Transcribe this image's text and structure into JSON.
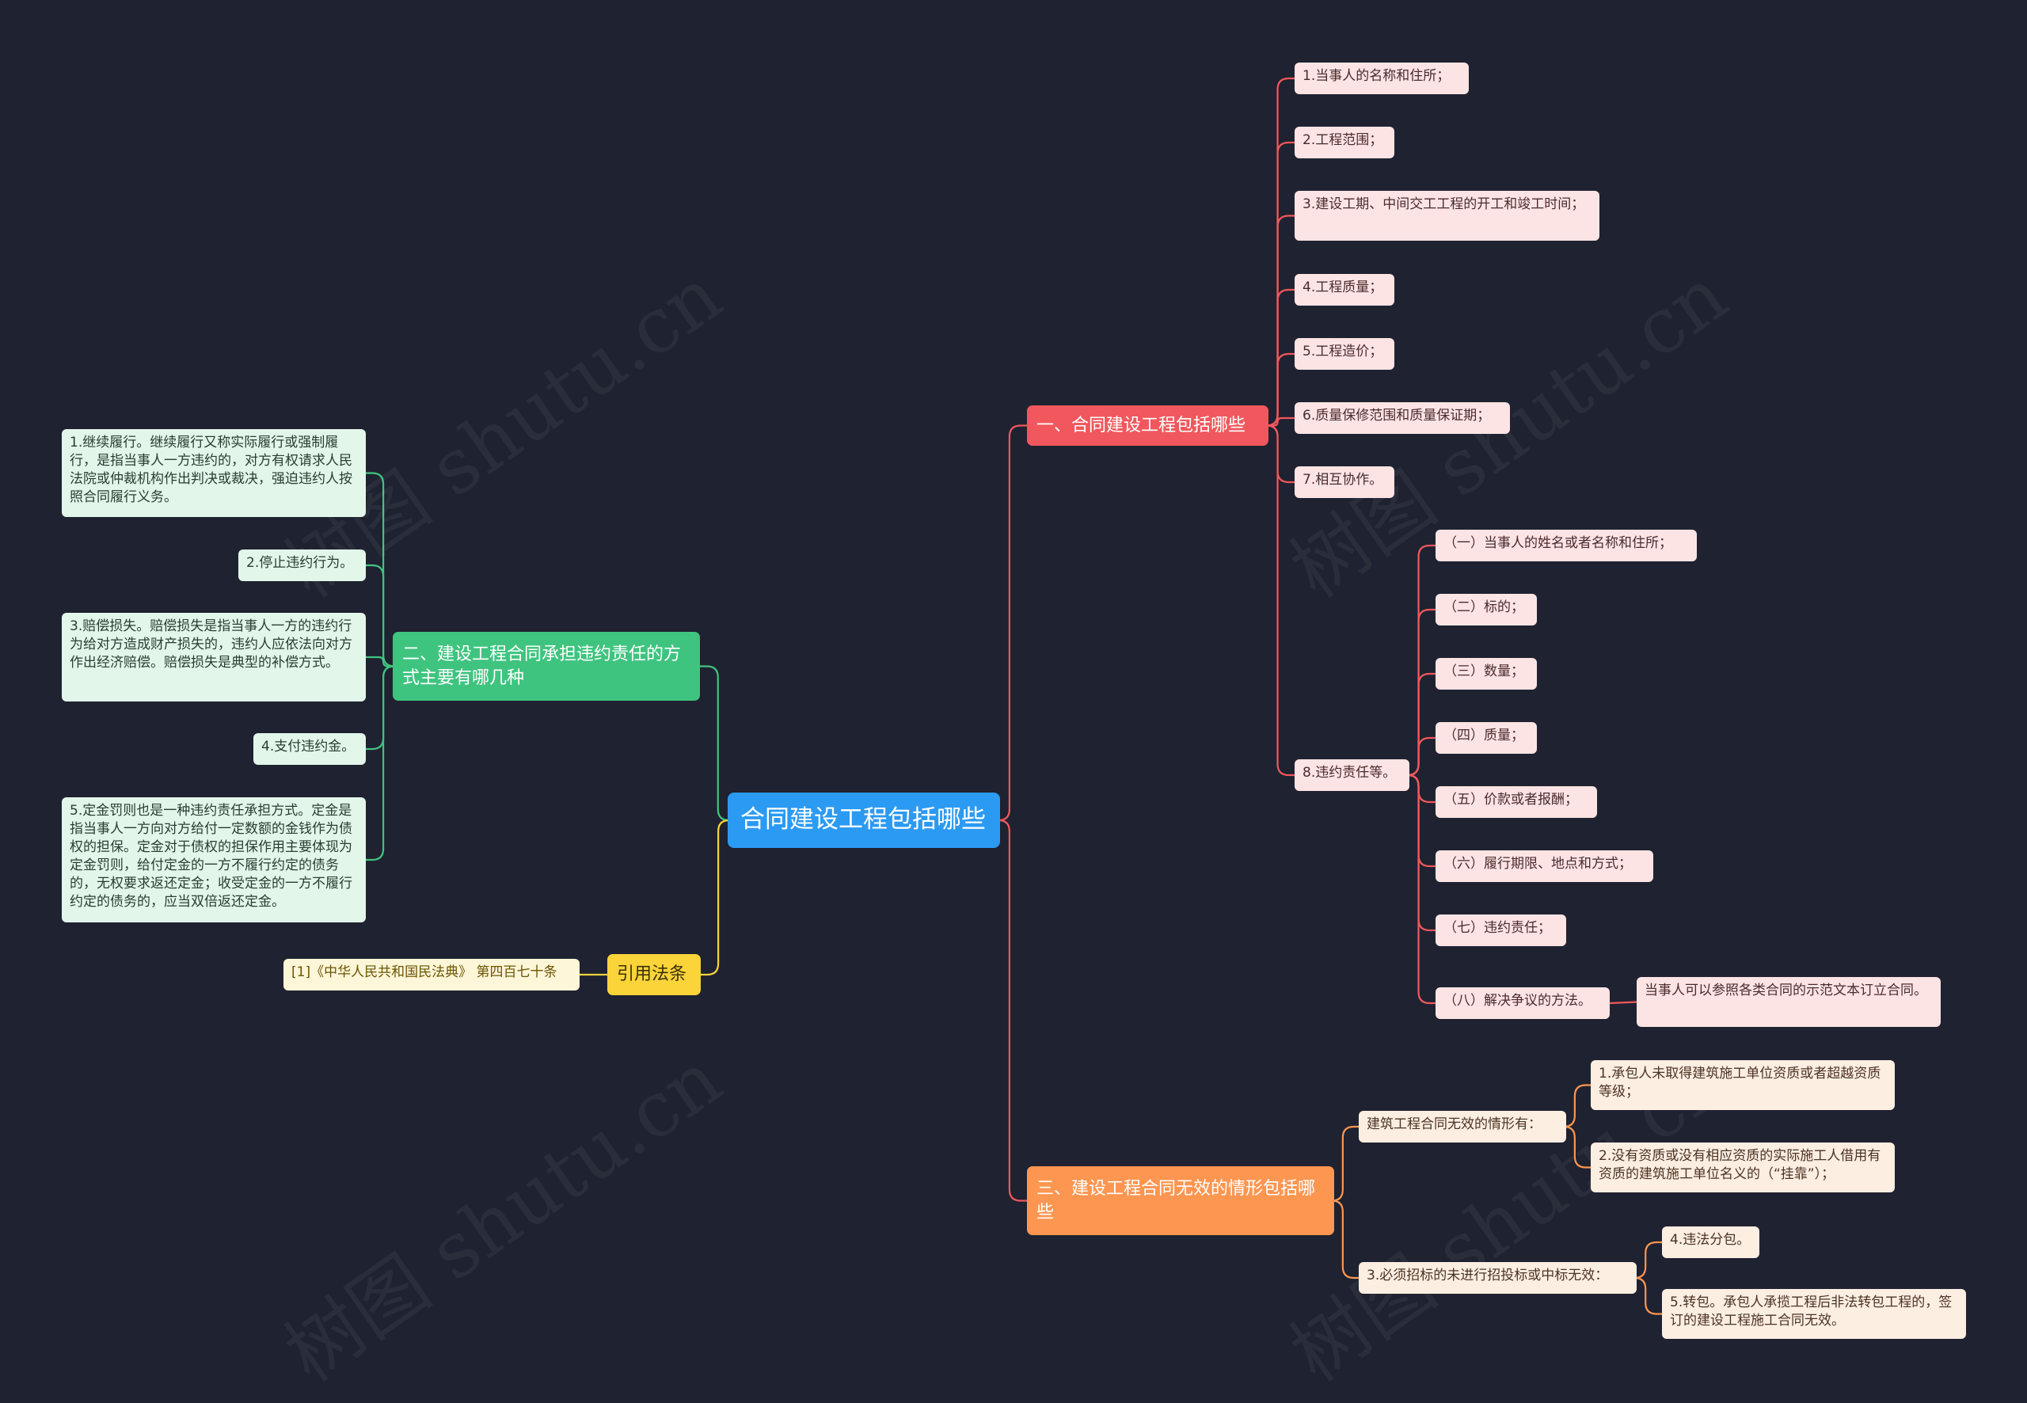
{
  "root": "合同建设工程包括哪些",
  "branch1": {
    "title": "一、合同建设工程包括哪些",
    "items": [
      "1.当事人的名称和住所；",
      "2.工程范围；",
      "3.建设工期、中间交工工程的开工和竣工时间；",
      "4.工程质量；",
      "5.工程造价；",
      "6.质量保修范围和质量保证期；",
      "7.相互协作。",
      "8.违约责任等。"
    ],
    "sub8": [
      "（一）当事人的姓名或者名称和住所；",
      "（二）标的；",
      "（三）数量；",
      "（四）质量；",
      "（五）价款或者报酬；",
      "（六）履行期限、地点和方式；",
      "（七）违约责任；",
      "（八）解决争议的方法。"
    ],
    "sub8_note": "当事人可以参照各类合同的示范文本订立合同。"
  },
  "branch2": {
    "title": "二、建设工程合同承担违约责任的方式主要有哪几种",
    "items": [
      "1.继续履行。继续履行又称实际履行或强制履行，是指当事人一方违约的，对方有权请求人民法院或仲裁机构作出判决或裁决，强迫违约人按照合同履行义务。",
      "2.停止违约行为。",
      "3.赔偿损失。赔偿损失是指当事人一方的违约行为给对方造成财产损失的，违约人应依法向对方作出经济赔偿。赔偿损失是典型的补偿方式。",
      "4.支付违约金。",
      "5.定金罚则也是一种违约责任承担方式。定金是指当事人一方向对方给付一定数额的金钱作为债权的担保。定金对于债权的担保作用主要体现为定金罚则，给付定金的一方不履行约定的债务的，无权要求返还定金；收受定金的一方不履行约定的债务的，应当双倍返还定金。"
    ]
  },
  "branch3": {
    "title": "三、建设工程合同无效的情形包括哪些",
    "groups": [
      {
        "label": "建筑工程合同无效的情形有：",
        "items": [
          "1.承包人未取得建筑施工单位资质或者超越资质等级；",
          "2.没有资质或没有相应资质的实际施工人借用有资质的建筑施工单位名义的（“挂靠”）；"
        ]
      },
      {
        "label": "3.必须招标的未进行招投标或中标无效：",
        "items": [
          "4.违法分包。",
          "5.转包。承包人承揽工程后非法转包工程的，签订的建设工程施工合同无效。"
        ]
      }
    ]
  },
  "branch4": {
    "title": "引用法条",
    "items": [
      "[1]《中华人民共和国民法典》 第四百七十条"
    ]
  },
  "watermark": "树图 shutu.cn",
  "colors": {
    "background": "#1f2230",
    "root": "#2b9af3",
    "red": "#f0585d",
    "green": "#3fc47f",
    "orange": "#fd9651",
    "yellow": "#fbd43a"
  }
}
